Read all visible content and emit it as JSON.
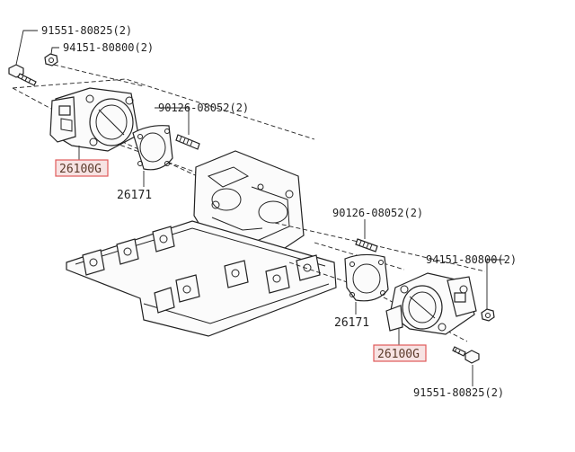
{
  "callouts": [
    {
      "text": "91551-80825(2)"
    },
    {
      "text": "94151-80800(2)"
    },
    {
      "text": "90126-08052(2)"
    },
    {
      "text": "90126-08052(2)"
    },
    {
      "text": "94151-80800(2)"
    },
    {
      "text": "91551-80825(2)"
    }
  ],
  "part_labels": [
    {
      "text": "26100G",
      "highlight": true
    },
    {
      "text": "26171",
      "highlight": false
    },
    {
      "text": "26171",
      "highlight": false
    },
    {
      "text": "26100G",
      "highlight": true
    }
  ],
  "colors": {
    "line": "#222222",
    "highlight_box": "#e05a5a",
    "highlight_fill": "#f7e3e3"
  }
}
